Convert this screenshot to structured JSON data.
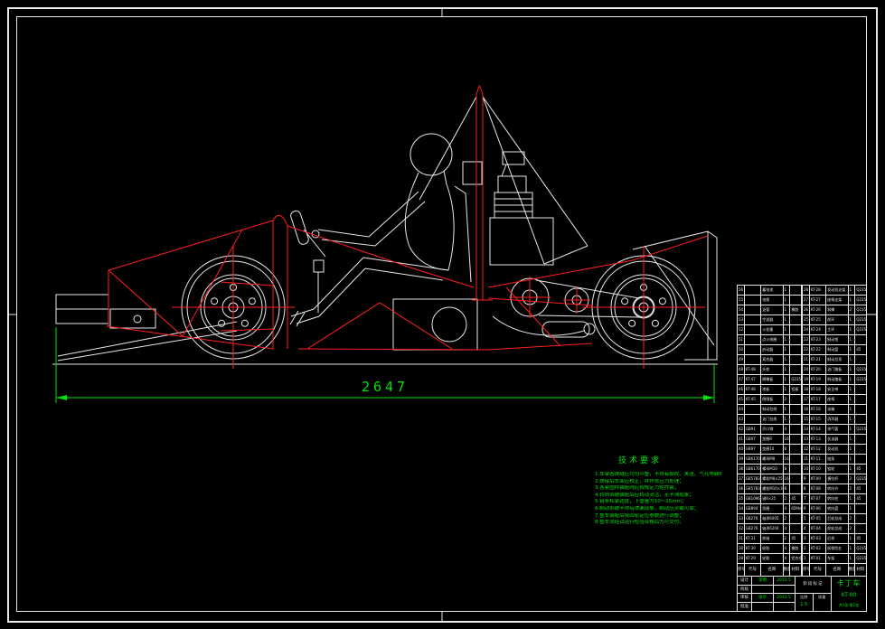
{
  "sheet": {
    "colors": {
      "background": "#000000",
      "body": "#e8e8e8",
      "chassis": "#ff1f1f",
      "annotation": "#00e00a"
    }
  },
  "dimension": {
    "value": "2647"
  },
  "tech_requirements": {
    "title": "技术要求",
    "items": [
      "1.车架各焊缝应均匀平整，不得有裂纹、夹渣、气孔等缺陷；",
      "2.焊接后车架应校正，并作去应力处理；",
      "3.各紧固件装配时应按规定力矩拧紧；",
      "4.转向系统装配后应转动灵活，无卡滞现象；",
      "5.链条松紧适度，下垂量为10～15mm；",
      "6.制动系统不得有渗漏现象，制动应灵敏可靠；",
      "7.整车装配后按四轮定位参数进行调整；",
      "8.整车须经试运行检验合格后方可交付。"
    ]
  },
  "bom": {
    "header": [
      "序号",
      "代号",
      "名称",
      "数量",
      "材料"
    ],
    "left_rows": [
      [
        "56",
        "",
        "蓄电池",
        "1",
        ""
      ],
      [
        "55",
        "",
        "电缆",
        "1",
        ""
      ],
      [
        "54",
        "",
        "油管",
        "1",
        "橡胶"
      ],
      [
        "53",
        "",
        "空滤器",
        "1",
        ""
      ],
      [
        "52",
        "",
        "火花塞",
        "1",
        ""
      ],
      [
        "51",
        "",
        "点火线圈",
        "1",
        ""
      ],
      [
        "50",
        "",
        "启动器",
        "1",
        ""
      ],
      [
        "49",
        "",
        "离合器",
        "1",
        ""
      ],
      [
        "48",
        "KT-48",
        "头枕",
        "1",
        ""
      ],
      [
        "47",
        "KT-47",
        "脚撑板",
        "1",
        "Q235"
      ],
      [
        "46",
        "KT-46",
        "地板",
        "1",
        "铝板"
      ],
      [
        "45",
        "KT-45",
        "侧围板",
        "2",
        ""
      ],
      [
        "44",
        "",
        "制动拉线",
        "1",
        ""
      ],
      [
        "43",
        "",
        "油门拉线",
        "1",
        ""
      ],
      [
        "42",
        "GB91",
        "开口销",
        "4",
        ""
      ],
      [
        "41",
        "GB97",
        "垫圈8",
        "16",
        ""
      ],
      [
        "40",
        "GB97",
        "垫圈10",
        "8",
        ""
      ],
      [
        "39",
        "GB6170",
        "螺母M8",
        "16",
        ""
      ],
      [
        "38",
        "GB6170",
        "螺母M10",
        "8",
        ""
      ],
      [
        "37",
        "GB5783",
        "螺栓M8×25",
        "16",
        ""
      ],
      [
        "36",
        "GB5783",
        "螺栓M10×30",
        "8",
        ""
      ],
      [
        "35",
        "GB1096",
        "键8×25",
        "2",
        "45"
      ],
      [
        "34",
        "GB894",
        "挡圈",
        "4",
        "65Mn"
      ],
      [
        "33",
        "GB276",
        "轴承6005",
        "2",
        ""
      ],
      [
        "32",
        "GB276",
        "轴承6204",
        "4",
        ""
      ],
      [
        "31",
        "KT-31",
        "前轴",
        "2",
        "45"
      ],
      [
        "30",
        "KT-30",
        "轮胎",
        "4",
        "橡胶"
      ],
      [
        "29",
        "KT-29",
        "轮毂",
        "4",
        "铝合金"
      ]
    ],
    "right_rows": [
      [
        "28",
        "KT-28",
        "发动机支架",
        "1",
        "Q235"
      ],
      [
        "27",
        "KT-27",
        "座椅支架",
        "1",
        "Q235"
      ],
      [
        "26",
        "KT-26",
        "斜撑",
        "2",
        "Q235"
      ],
      [
        "25",
        "KT-25",
        "前环",
        "1",
        "Q235"
      ],
      [
        "24",
        "KT-24",
        "主环",
        "1",
        "Q235"
      ],
      [
        "23",
        "KT-23",
        "制动钳",
        "1",
        ""
      ],
      [
        "22",
        "KT-22",
        "制动盘",
        "1",
        "45"
      ],
      [
        "21",
        "KT-21",
        "制动总泵",
        "1",
        ""
      ],
      [
        "20",
        "KT-20",
        "油门踏板",
        "1",
        "Q235"
      ],
      [
        "19",
        "KT-19",
        "制动踏板",
        "1",
        "Q235"
      ],
      [
        "18",
        "KT-18",
        "安全带",
        "1",
        ""
      ],
      [
        "17",
        "KT-17",
        "座椅",
        "1",
        ""
      ],
      [
        "16",
        "KT-16",
        "油箱",
        "1",
        ""
      ],
      [
        "15",
        "KT-15",
        "消声器",
        "1",
        ""
      ],
      [
        "14",
        "KT-14",
        "排气管",
        "1",
        "Q235"
      ],
      [
        "13",
        "KT-13",
        "化油器",
        "1",
        ""
      ],
      [
        "12",
        "KT-12",
        "发动机",
        "1",
        ""
      ],
      [
        "11",
        "KT-11",
        "链条",
        "1",
        ""
      ],
      [
        "10",
        "KT-10",
        "链轮",
        "1",
        "45"
      ],
      [
        "9",
        "KT-09",
        "横拉杆",
        "2",
        "Q235"
      ],
      [
        "8",
        "KT-08",
        "转向节",
        "2",
        "45"
      ],
      [
        "7",
        "KT-07",
        "转向柱",
        "1",
        "45"
      ],
      [
        "6",
        "KT-06",
        "转向盘",
        "1",
        ""
      ],
      [
        "5",
        "KT-05",
        "后轮总成",
        "2",
        ""
      ],
      [
        "4",
        "KT-04",
        "前轮总成",
        "2",
        ""
      ],
      [
        "3",
        "KT-03",
        "后桥",
        "1",
        "45"
      ],
      [
        "2",
        "KT-02",
        "前保险杠",
        "1",
        "Q235"
      ],
      [
        "1",
        "KT-01",
        "车架",
        "1",
        "Q235"
      ]
    ]
  },
  "title_block": {
    "stage_label": "阶段标记",
    "signature_rows": [
      {
        "label": "设计",
        "value": "李明",
        "date": "2012.5"
      },
      {
        "label": "校核",
        "value": "",
        "date": ""
      },
      {
        "label": "审核",
        "value": "张华",
        "date": "2012.5"
      },
      {
        "label": "批准",
        "value": "",
        "date": ""
      }
    ],
    "scale_label": "比例",
    "scale_value": "1:5",
    "mass_label": "质量",
    "mass_value": "",
    "title": "卡丁车",
    "drawing_no": "KT-00",
    "sheet_info": "共1张 第1张"
  }
}
